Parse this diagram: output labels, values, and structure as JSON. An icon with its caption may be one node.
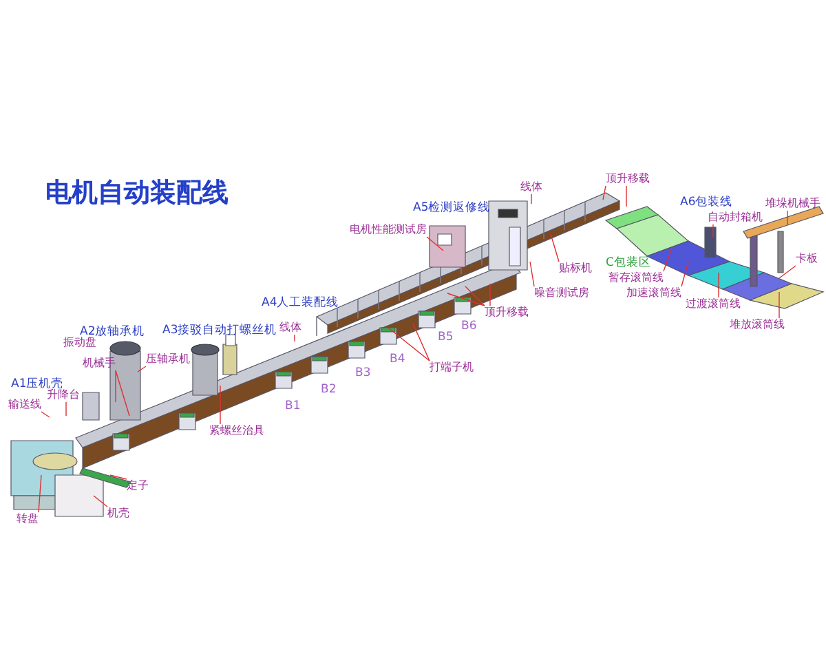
{
  "diagram": {
    "title": "电机自动装配线",
    "nodes": [
      {
        "text": [
          "压轴承机"
        ]
      },
      {
        "text": [
          "机械手"
        ]
      },
      {
        "text": [
          "输送线"
        ]
      },
      {
        "text": [
          "升降台"
        ]
      },
      {
        "text": [
          "紧螺丝治具"
        ]
      },
      {
        "text": [
          "定子"
        ]
      },
      {
        "text": [
          "机壳"
        ]
      },
      {
        "text": [
          "转盘"
        ]
      },
      {
        "text": [
          "线体"
        ]
      },
      {
        "text": [
          "打端子机"
        ]
      },
      {
        "text": [
          "顶升移载"
        ]
      },
      {
        "text": [
          "电机性能测试房"
        ]
      },
      {
        "text": [
          "线体"
        ]
      },
      {
        "text": [
          "顶升移载"
        ]
      },
      {
        "text": [
          "噪音测试房"
        ]
      },
      {
        "text": [
          "贴标机"
        ]
      },
      {
        "text": [
          "暂存滚筒线"
        ]
      },
      {
        "text": [
          "加速滚筒线"
        ]
      },
      {
        "text": [
          "过渡滚筒线"
        ]
      },
      {
        "text": [
          "堆放滚筒线"
        ]
      },
      {
        "text": [
          "自动封箱机"
        ]
      },
      {
        "text": [
          "堆垛机械手"
        ]
      },
      {
        "text": [
          "卡板"
        ]
      }
    ],
    "edges": [
      {
        "from": 0,
        "to": null,
        "arrow": "none"
      },
      {
        "from": 1,
        "to": null,
        "arrow": "none"
      },
      {
        "from": 1,
        "to": null,
        "arrow": "none"
      },
      {
        "from": 2,
        "to": null,
        "arrow": "none"
      },
      {
        "from": 3,
        "to": null,
        "arrow": "none"
      },
      {
        "from": 4,
        "to": null,
        "arrow": "none"
      },
      {
        "from": 5,
        "to": null,
        "arrow": "none"
      },
      {
        "from": 6,
        "to": null,
        "arrow": "none"
      },
      {
        "from": 7,
        "to": null,
        "arrow": "none"
      },
      {
        "from": 8,
        "to": null,
        "arrow": "none"
      },
      {
        "from": 9,
        "to": null,
        "arrow": "none"
      },
      {
        "from": 9,
        "to": null,
        "arrow": "none"
      },
      {
        "from": 10,
        "to": null,
        "arrow": "none"
      },
      {
        "from": 10,
        "to": null,
        "arrow": "none"
      },
      {
        "from": 10,
        "to": null,
        "arrow": "none"
      },
      {
        "from": 11,
        "to": null,
        "arrow": "none"
      },
      {
        "from": 12,
        "to": null,
        "arrow": "none"
      },
      {
        "from": 13,
        "to": null,
        "arrow": "none"
      },
      {
        "from": 13,
        "to": null,
        "arrow": "none"
      },
      {
        "from": 14,
        "to": null,
        "arrow": "none"
      },
      {
        "from": 15,
        "to": null,
        "arrow": "none"
      },
      {
        "from": 16,
        "to": null,
        "arrow": "none"
      },
      {
        "from": 17,
        "to": null,
        "arrow": "none"
      },
      {
        "from": 18,
        "to": null,
        "arrow": "none"
      },
      {
        "from": 19,
        "to": null,
        "arrow": "none"
      },
      {
        "from": 20,
        "to": null,
        "arrow": "none"
      },
      {
        "from": 21,
        "to": null,
        "arrow": "none"
      },
      {
        "from": 22,
        "to": null,
        "arrow": "none"
      }
    ],
    "labels": [
      "A1压机壳",
      "A2放轴承机",
      "振动盘",
      "A3接驳自动打螺丝机",
      "A4人工装配线",
      "A5检测返修线",
      "A6包装线",
      "C包装区",
      "B1",
      "B2",
      "B3",
      "B4",
      "B5",
      "B6"
    ]
  }
}
